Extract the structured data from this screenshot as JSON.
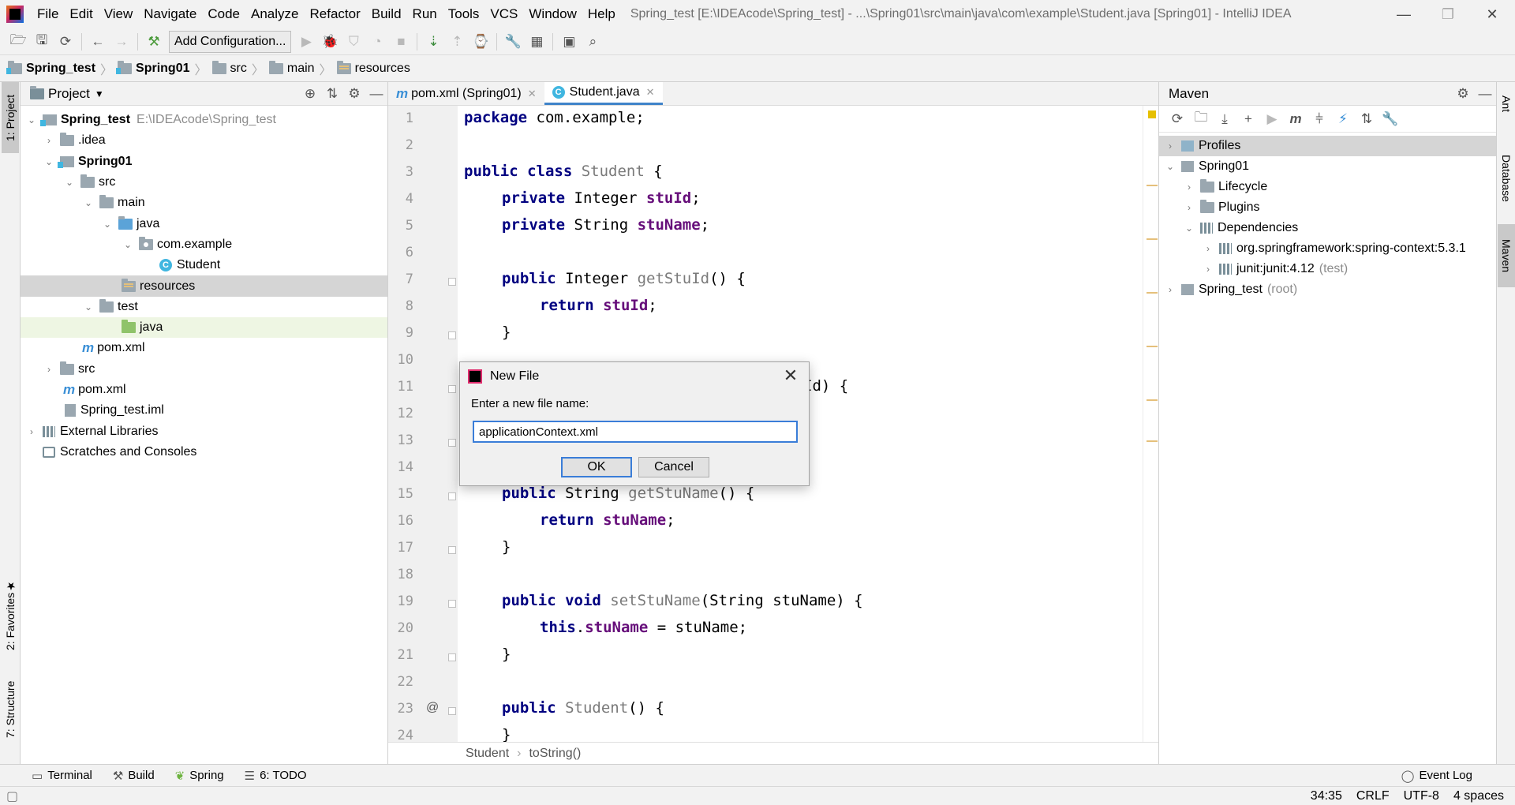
{
  "menu": [
    "File",
    "Edit",
    "View",
    "Navigate",
    "Code",
    "Analyze",
    "Refactor",
    "Build",
    "Run",
    "Tools",
    "VCS",
    "Window",
    "Help"
  ],
  "window_title": "Spring_test [E:\\IDEAcode\\Spring_test] - ...\\Spring01\\src\\main\\java\\com\\example\\Student.java [Spring01] - IntelliJ IDEA",
  "toolbar": {
    "add_config_label": "Add Configuration..."
  },
  "breadcrumb": [
    "Spring_test",
    "Spring01",
    "src",
    "main",
    "resources"
  ],
  "left_strip": {
    "project": "1: Project",
    "favorites": "2: Favorites",
    "structure": "7: Structure"
  },
  "right_strip": {
    "ant": "Ant",
    "database": "Database",
    "maven": "Maven"
  },
  "project_panel": {
    "title": "Project",
    "root_name": "Spring_test",
    "root_path": "E:\\IDEAcode\\Spring_test",
    "idea": ".idea",
    "module": "Spring01",
    "src": "src",
    "main": "main",
    "java": "java",
    "pkg": "com.example",
    "student": "Student",
    "resources": "resources",
    "test": "test",
    "test_java": "java",
    "module_pom": "pom.xml",
    "root_src": "src",
    "root_pom": "pom.xml",
    "iml": "Spring_test.iml",
    "ext_libs": "External Libraries",
    "scratches": "Scratches and Consoles"
  },
  "editor": {
    "tabs": [
      "pom.xml (Spring01)",
      "Student.java"
    ],
    "line_numbers": [
      "1",
      "2",
      "3",
      "4",
      "5",
      "6",
      "7",
      "8",
      "9",
      "10",
      "11",
      "12",
      "13",
      "14",
      "15",
      "16",
      "17",
      "18",
      "19",
      "20",
      "21",
      "22",
      "23",
      "24"
    ],
    "breadcrumb": [
      "Student",
      "toString()"
    ]
  },
  "code": {
    "l1_kw": "package",
    "l1_rest": " com.example;",
    "l3_kw": "public class",
    "l3_cls": " Student",
    "l3_rest": " {",
    "l4_kw": "private",
    "l4_type": " Integer ",
    "l4_fld": "stuId",
    "l4_end": ";",
    "l5_kw": "private",
    "l5_type": " String ",
    "l5_fld": "stuName",
    "l5_end": ";",
    "l7_kw": "public",
    "l7_type": " Integer ",
    "l7_fn": "getStuId",
    "l7_end": "() {",
    "l8_kw": "return",
    "l8_sp": " ",
    "l8_fld": "stuId",
    "l8_end": ";",
    "l9": "}",
    "l11_tail": "Id) {",
    "l15_kw": "public",
    "l15_type": " String ",
    "l15_fn": "getStuName",
    "l15_end": "() {",
    "l16_kw": "return",
    "l16_sp": " ",
    "l16_fld": "stuName",
    "l16_end": ";",
    "l17": "}",
    "l19_kw": "public void",
    "l19_sp": " ",
    "l19_fn": "setStuName",
    "l19_end": "(String stuName) {",
    "l20_kw": "this",
    "l20_dot": ".",
    "l20_fld": "stuName",
    "l20_end": " = stuName;",
    "l21": "}",
    "l23_kw": "public",
    "l23_sp": " ",
    "l23_fn": "Student",
    "l23_end": "() {",
    "l24": "}",
    "gutter_at": "@"
  },
  "maven": {
    "title": "Maven",
    "profiles": "Profiles",
    "project": "Spring01",
    "lifecycle": "Lifecycle",
    "plugins": "Plugins",
    "dependencies": "Dependencies",
    "dep1": "org.springframework:spring-context:5.3.1",
    "dep2": "junit:junit:4.12",
    "dep2_scope": "(test)",
    "root": "Spring_test",
    "root_tag": "(root)"
  },
  "bottom_tabs": [
    "Terminal",
    "Build",
    "Spring",
    "6: TODO"
  ],
  "event_log": "Event Log",
  "status": {
    "position": "34:35",
    "line_sep": "CRLF",
    "encoding": "UTF-8",
    "indent": "4 spaces"
  },
  "dialog": {
    "title": "New File",
    "label": "Enter a new file name:",
    "value": "applicationContext.xml",
    "ok": "OK",
    "cancel": "Cancel"
  }
}
